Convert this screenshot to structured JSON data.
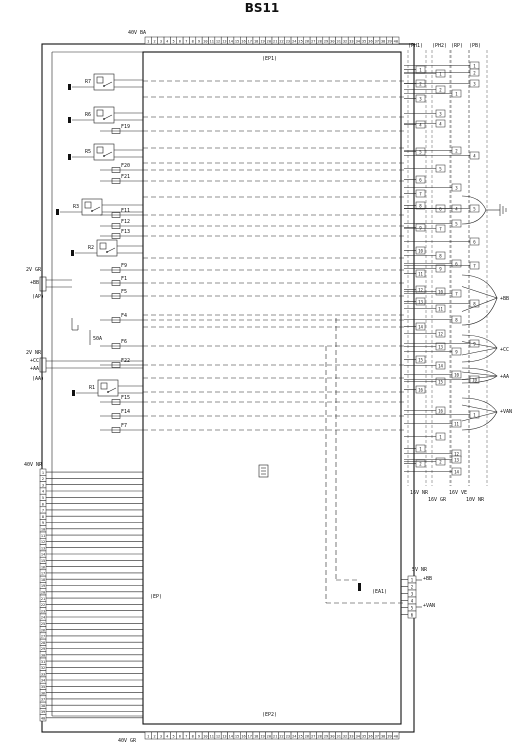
{
  "title": "BS11",
  "connectors": {
    "top_label": "40V BA",
    "bottom_label": "40V GR",
    "left_label": "40V NR",
    "ep1": "(EP1)",
    "ep2": "(EP2)",
    "ep": "(EP)",
    "ea1": "(EA1)",
    "ea1_color": "5V NR",
    "ph1": "(PH1)",
    "ph2": "(PH2)",
    "rp": "(RP)",
    "pb": "(PB)",
    "ph1_color": "16V NR",
    "ph2_color": "16V GR",
    "rp_color": "16V VE",
    "pb_color": "10V NR"
  },
  "left_side": {
    "ap_color": "2V GR",
    "ap_plus": "+BB",
    "ap": "(AP)",
    "aa_color": "2V NR",
    "aa_plus1": "+CC",
    "aa_plus2": "+AA",
    "aa": "(AA)",
    "shunt": "50A"
  },
  "relays": [
    "R7",
    "R6",
    "R5",
    "R3",
    "R2",
    "R1"
  ],
  "fuses": [
    "F19",
    "F20",
    "F21",
    "F11",
    "F12",
    "F13",
    "F9",
    "F1",
    "F5",
    "F4",
    "F6",
    "F22",
    "F15",
    "F14",
    "F7"
  ],
  "outputs": [
    "+BB",
    "+CC",
    "+AA",
    "+VAN"
  ],
  "ea1_outputs": [
    "+BB",
    "+VAN"
  ],
  "ea1_pins": [
    "1",
    "2",
    "3",
    "4",
    "5",
    "6"
  ],
  "top_pins": [
    "1",
    "2",
    "3",
    "4",
    "5",
    "6",
    "7",
    "8",
    "9",
    "10",
    "11",
    "12",
    "13",
    "14",
    "15",
    "16",
    "17",
    "18",
    "19",
    "20",
    "21",
    "22",
    "23",
    "24",
    "25",
    "26",
    "27",
    "28",
    "29",
    "30",
    "31",
    "32",
    "33",
    "34",
    "35",
    "36",
    "37",
    "38",
    "39",
    "40"
  ],
  "left_pins": [
    "1",
    "2",
    "3",
    "4",
    "5",
    "6",
    "7",
    "8",
    "9",
    "10",
    "11",
    "12",
    "13",
    "14",
    "15",
    "16",
    "17",
    "18",
    "19",
    "20",
    "21",
    "22",
    "23",
    "24",
    "25",
    "26",
    "27",
    "28",
    "29",
    "30",
    "31",
    "32",
    "33",
    "34",
    "35",
    "36",
    "37",
    "38",
    "39",
    "40"
  ],
  "ph1_pins": [
    "1",
    "2",
    "3",
    "4",
    "5",
    "6",
    "7",
    "8",
    "9",
    "10",
    "11",
    "12",
    "13",
    "14",
    "15",
    "16"
  ],
  "ph2_pins": [
    "1",
    "2",
    "3",
    "4",
    "5",
    "6",
    "7",
    "8",
    "9",
    "10",
    "11",
    "12",
    "13",
    "14",
    "15",
    "16"
  ],
  "rp_pins": [
    "1",
    "2",
    "3",
    "4",
    "5",
    "6",
    "7",
    "8",
    "9",
    "10",
    "11",
    "12",
    "13",
    "14",
    "15",
    "16"
  ],
  "pb_pins": [
    "1",
    "2",
    "3",
    "4",
    "5",
    "6",
    "7",
    "8",
    "9",
    "10"
  ]
}
